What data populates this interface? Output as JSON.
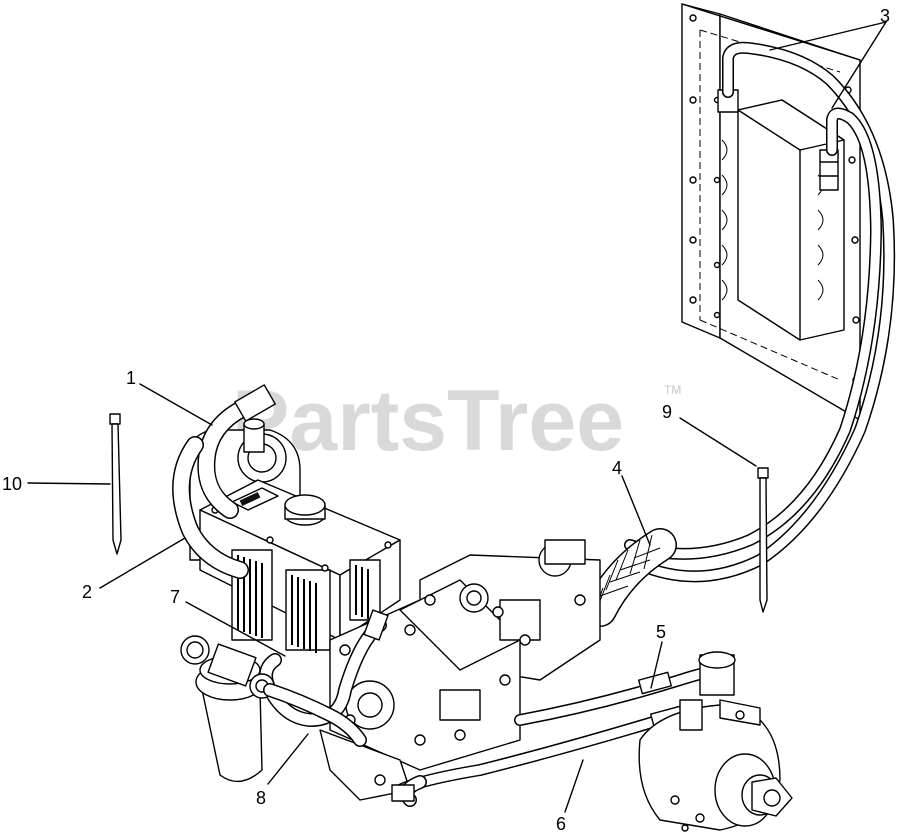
{
  "watermark": {
    "text": "PartsTree",
    "tm": "TM"
  },
  "callouts": {
    "c1": "1",
    "c2": "2",
    "c3": "3",
    "c4": "4",
    "c5": "5",
    "c6": "6",
    "c7": "7",
    "c8": "8",
    "c9": "9",
    "c10": "10"
  }
}
